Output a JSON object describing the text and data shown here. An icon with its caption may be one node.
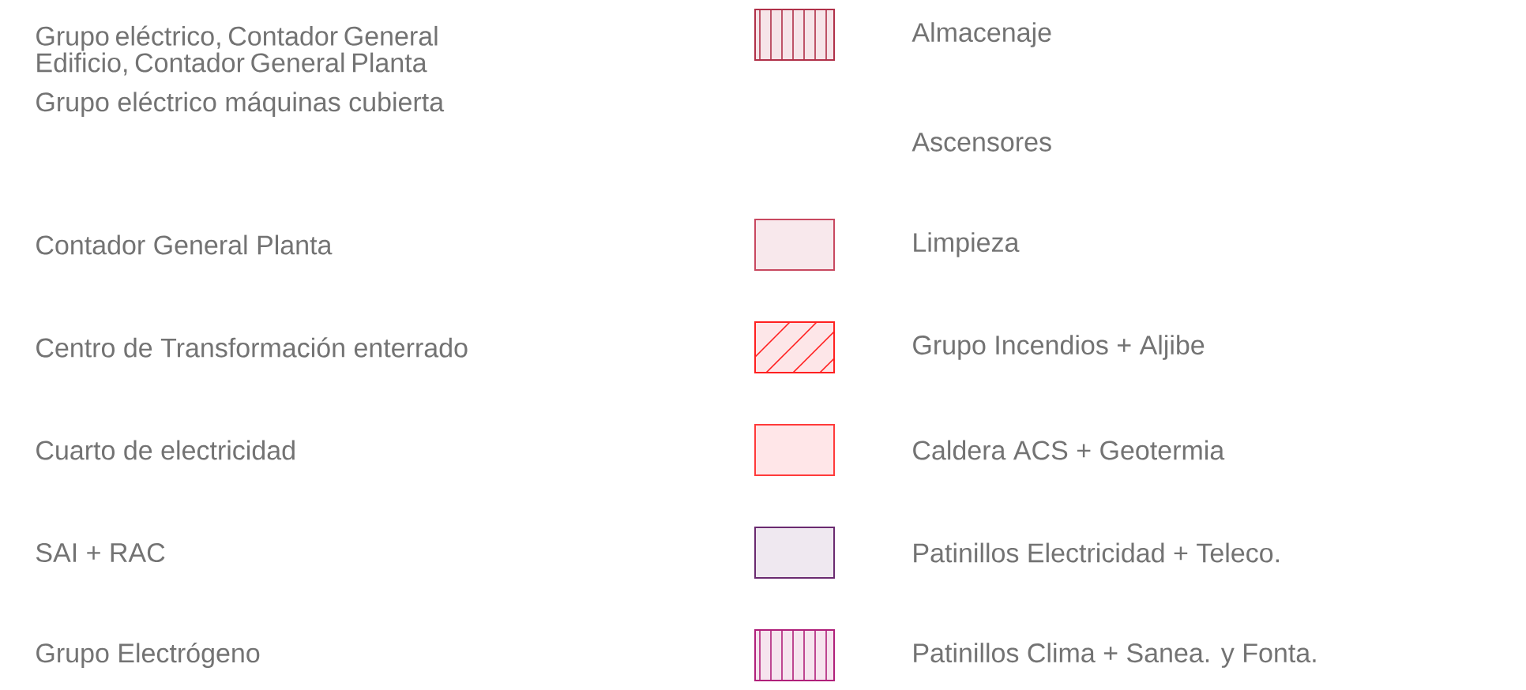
{
  "diagram": {
    "labels": [
      "Grupo eléctrico, Contador General Edificio, Contador General Planta",
      "Grupo eléctrico máquinas cubierta",
      "Contador General Planta",
      "Centro de Transformación enterrado",
      "Cuarto de electricidad",
      "SAI + RAC",
      "Grupo Electrógeno"
    ],
    "legend": [
      {
        "text": "Almacenaje"
      },
      {
        "text": "Ascensores"
      },
      {
        "text": "Limpieza",
        "color": "#f8e8ec"
      },
      {
        "text": "Grupo Incendios + Aljibe"
      },
      {
        "text": "Caldera ACS + Geotermia",
        "color": "#ffe6e8"
      },
      {
        "text": "Patinillos Electricidad + Teleco.",
        "color": "#efe8f0"
      },
      {
        "text": "Patinillos Clima + Sanea. y Fonta."
      }
    ]
  }
}
